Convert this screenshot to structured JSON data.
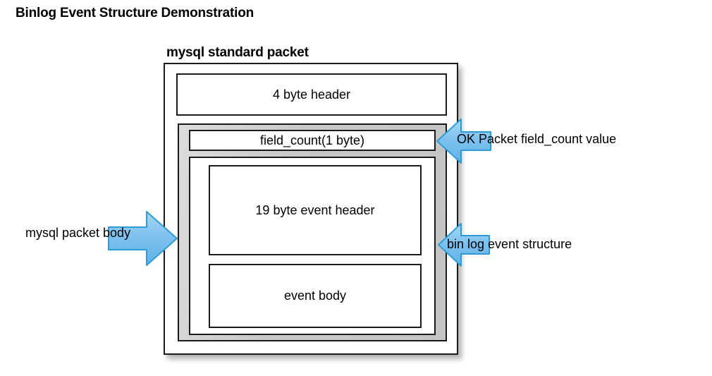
{
  "page": {
    "title": "Binlog Event Structure Demonstration",
    "background_color": "#ffffff"
  },
  "diagram": {
    "packet_title": "mysql standard packet",
    "colors": {
      "box_border": "#1a1a1a",
      "box_fill": "#ffffff",
      "packet_body_fill": "#c9c9c9",
      "arrow_fill": "#7ec2ef",
      "arrow_stroke": "#2f9bd6",
      "text": "#000000"
    },
    "boxes": [
      {
        "name": "four-byte-header",
        "label": "4 byte header"
      },
      {
        "name": "field-count",
        "label": "field_count(1 byte)"
      },
      {
        "name": "event-header",
        "label": "19 byte event header"
      },
      {
        "name": "event-body",
        "label": "event body"
      }
    ],
    "callouts": [
      {
        "name": "mysql-packet-body",
        "label": "mysql packet body",
        "arrow_direction": "right",
        "points_at": "packet-body-gray-box"
      },
      {
        "name": "ok-packet-field-count",
        "label": "OK Packet field_count value",
        "arrow_direction": "left",
        "points_at": "field-count"
      },
      {
        "name": "bin-log-event-structure",
        "label": "bin log event structure",
        "arrow_direction": "left",
        "points_at": "event-struct"
      }
    ]
  }
}
